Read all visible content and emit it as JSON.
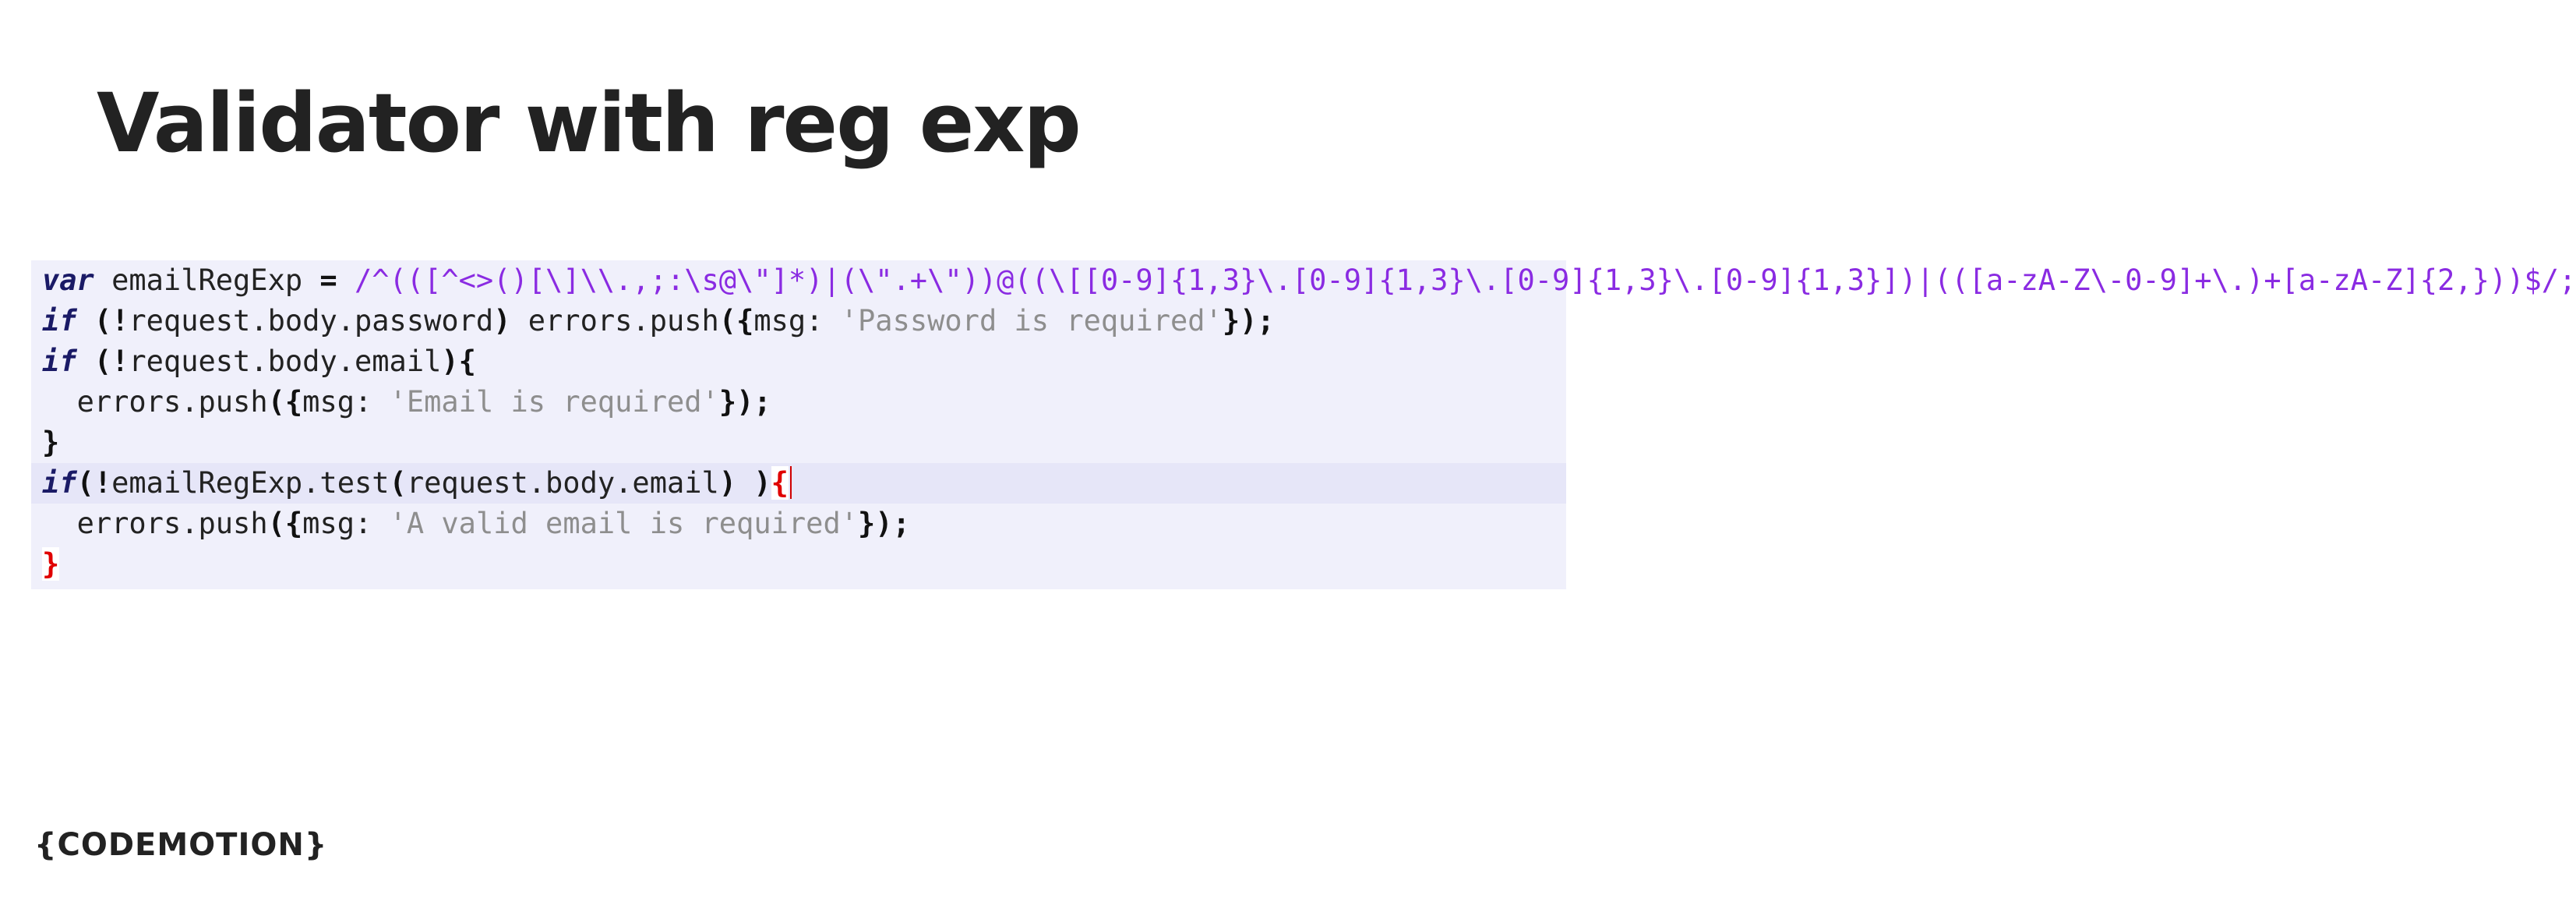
{
  "slide": {
    "title": "Validator with reg exp",
    "logo_text": "{CODEMOTION}"
  },
  "code": {
    "line1": {
      "kw": "var",
      "ident": " emailRegExp ",
      "eq": "=",
      "regex": " /^(([^<>()[\\]\\\\.,;:\\s@\\\"]*)|(\\\".+\\\"))@((\\[[0-9]{1,3}\\.[0-9]{1,3}\\.[0-9]{1,3}\\.[0-9]{1,3}])|(([a-zA-Z\\-0-9]+\\.)+[a-zA-Z]{2,}))$/;"
    },
    "line2": {
      "kw": "if",
      "sp": " ",
      "open": "(!",
      "expr": "request.body.password",
      "close": ")",
      "call": " errors.push",
      "call_open": "({",
      "key": "msg: ",
      "str": "'Password is required'",
      "call_close": "});"
    },
    "line3": {
      "kw": "if",
      "sp": " ",
      "open": "(!",
      "expr": "request.body.email",
      "close": "){"
    },
    "line4": {
      "indent": "  ",
      "call": "errors.push",
      "call_open": "({",
      "key": "msg: ",
      "str": "'Email is required'",
      "call_close": "});"
    },
    "line5": {
      "brace": "}"
    },
    "line6": {
      "kw": "if",
      "open": "(!",
      "expr": "emailRegExp.test",
      "paren": "(",
      "arg": "request.body.email",
      "close": ") )",
      "brace": "{"
    },
    "line7": {
      "indent": "  ",
      "call": "errors.push",
      "call_open": "({",
      "key": "msg: ",
      "str": "'A valid email is required'",
      "call_close": "});"
    },
    "line8": {
      "brace": "}"
    }
  },
  "colors": {
    "keyword": "#1a1a66",
    "regex": "#8a2be2",
    "string": "#8e8e8e",
    "matched_brace": "#e00000",
    "panel_background": "#f0f0fb",
    "current_line": "#e6e6f8"
  }
}
